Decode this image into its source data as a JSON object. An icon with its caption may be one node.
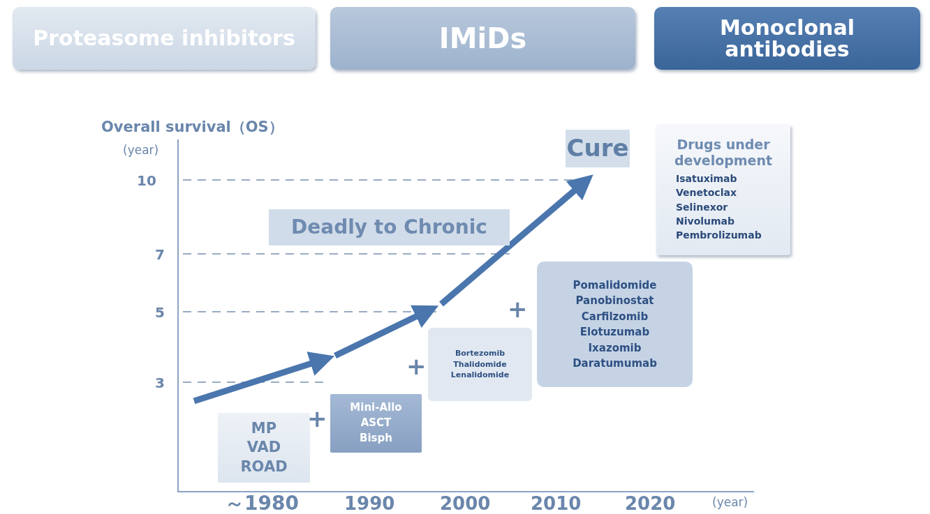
{
  "diagram": {
    "nodes": [
      {
        "text": [
          "Proteasome inhibitors"
        ]
      },
      {
        "text": [
          "IMiDs"
        ]
      },
      {
        "text": [
          "Monoclonal antibodies"
        ]
      },
      {
        "text": [
          "Cure"
        ]
      },
      {
        "text": [
          "Drugs under development",
          "Isatuximab",
          "Venetoclax",
          "Selinexor",
          "Nivolumab",
          "Pembrolizumab"
        ]
      },
      {
        "text": [
          "Deadly to Chronic"
        ]
      },
      {
        "text": [
          "Pomalidomide",
          "Panobinostat",
          "Carfilzomib",
          "Elotuzumab",
          "Ixazomib",
          "Daratumumab"
        ]
      },
      {
        "text": [
          "Bortezomib",
          "Thalidomide",
          "Lenalidomide"
        ]
      },
      {
        "text": [
          "Mini-Allo",
          "ASCT",
          "Bisph"
        ]
      },
      {
        "text": [
          "MP",
          "VAD",
          "ROAD"
        ]
      }
    ],
    "labels": [
      "Overall survival（OS）",
      "(year)",
      "10",
      "7",
      "5",
      "+",
      "+",
      "3",
      "+",
      "～1980",
      "1990",
      "2000",
      "2010",
      "2020",
      "(year)"
    ]
  }
}
